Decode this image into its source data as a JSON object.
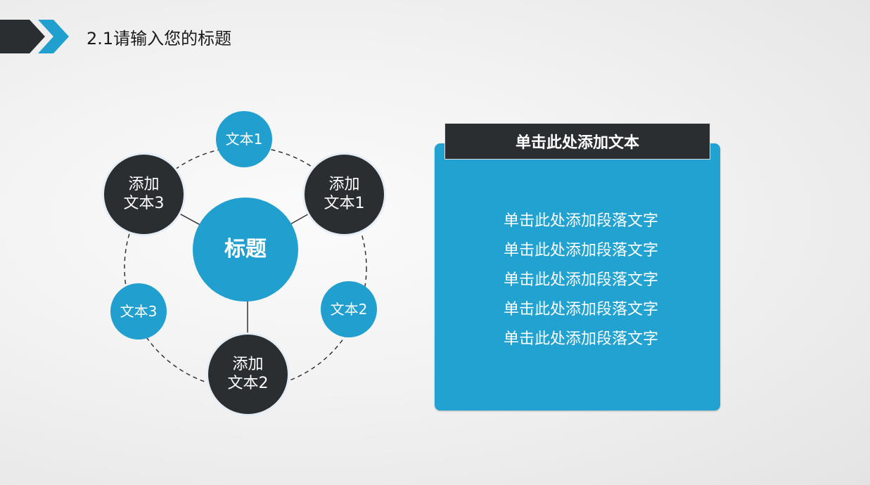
{
  "slide": {
    "title": "2.1请输入您的标题",
    "header_icon": "double-chevron-right-icon",
    "colors": {
      "accent_blue": "#21a0cf",
      "dark": "#2b2e31",
      "background": "#f2f2f2"
    }
  },
  "diagram": {
    "center": {
      "label": "标题"
    },
    "dark_nodes": [
      {
        "line1": "添加",
        "line2": "文本1"
      },
      {
        "line1": "添加",
        "line2": "文本2"
      },
      {
        "line1": "添加",
        "line2": "文本3"
      }
    ],
    "blue_nodes": [
      {
        "label": "文本1"
      },
      {
        "label": "文本2"
      },
      {
        "label": "文本3"
      }
    ]
  },
  "panel": {
    "header": "单击此处添加文本",
    "lines": [
      "单击此处添加段落文字",
      "单击此处添加段落文字",
      "单击此处添加段落文字",
      "单击此处添加段落文字",
      "单击此处添加段落文字"
    ]
  }
}
